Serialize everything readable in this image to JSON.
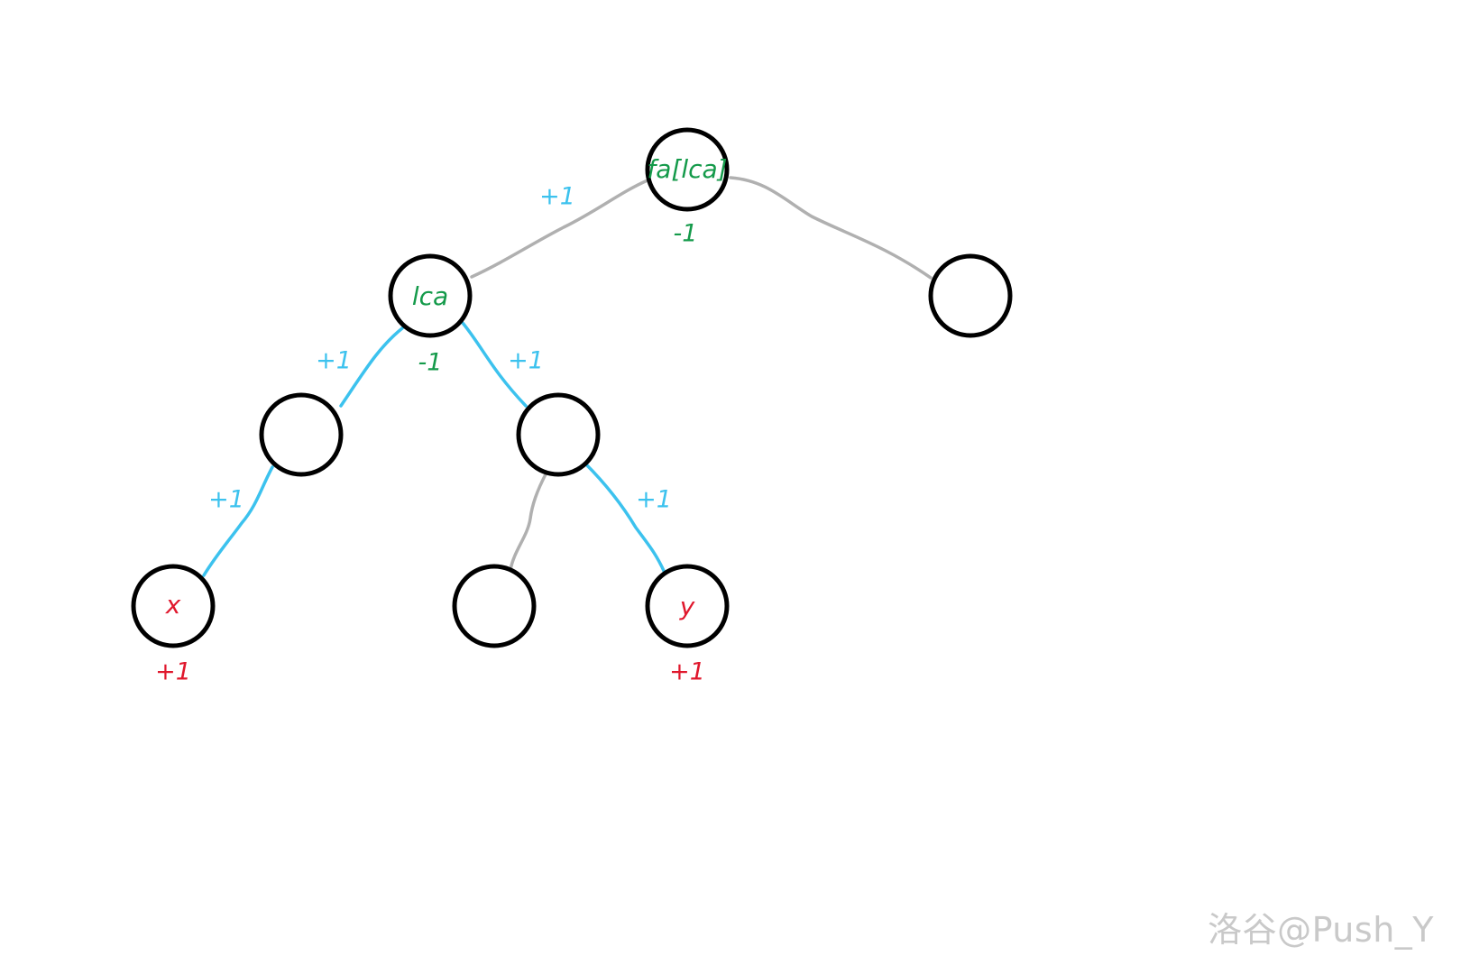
{
  "colors": {
    "path_edge": "#3cc2ee",
    "other_edge": "#b0b0b0",
    "plus_label": "#3cc2ee",
    "endpoint_label": "#e0182d",
    "lca_label": "#149a4a"
  },
  "nodes": {
    "fa_lca": {
      "text": "fa[lca]",
      "value": "-1"
    },
    "lca": {
      "text": "lca",
      "value": "-1"
    },
    "right_child": {
      "text": ""
    },
    "left_mid": {
      "text": ""
    },
    "right_mid": {
      "text": ""
    },
    "x": {
      "text": "x",
      "value": "+1"
    },
    "mid_leaf": {
      "text": ""
    },
    "y": {
      "text": "y",
      "value": "+1"
    }
  },
  "edges": {
    "lca_to_fa": {
      "value": "+1"
    },
    "leftmid_to_lca": {
      "value": "+1"
    },
    "rightmid_to_lca": {
      "value": "+1"
    },
    "x_to_leftmid": {
      "value": "+1"
    },
    "y_to_rightmid": {
      "value": "+1"
    }
  },
  "watermark": "洛谷@Push_Y"
}
